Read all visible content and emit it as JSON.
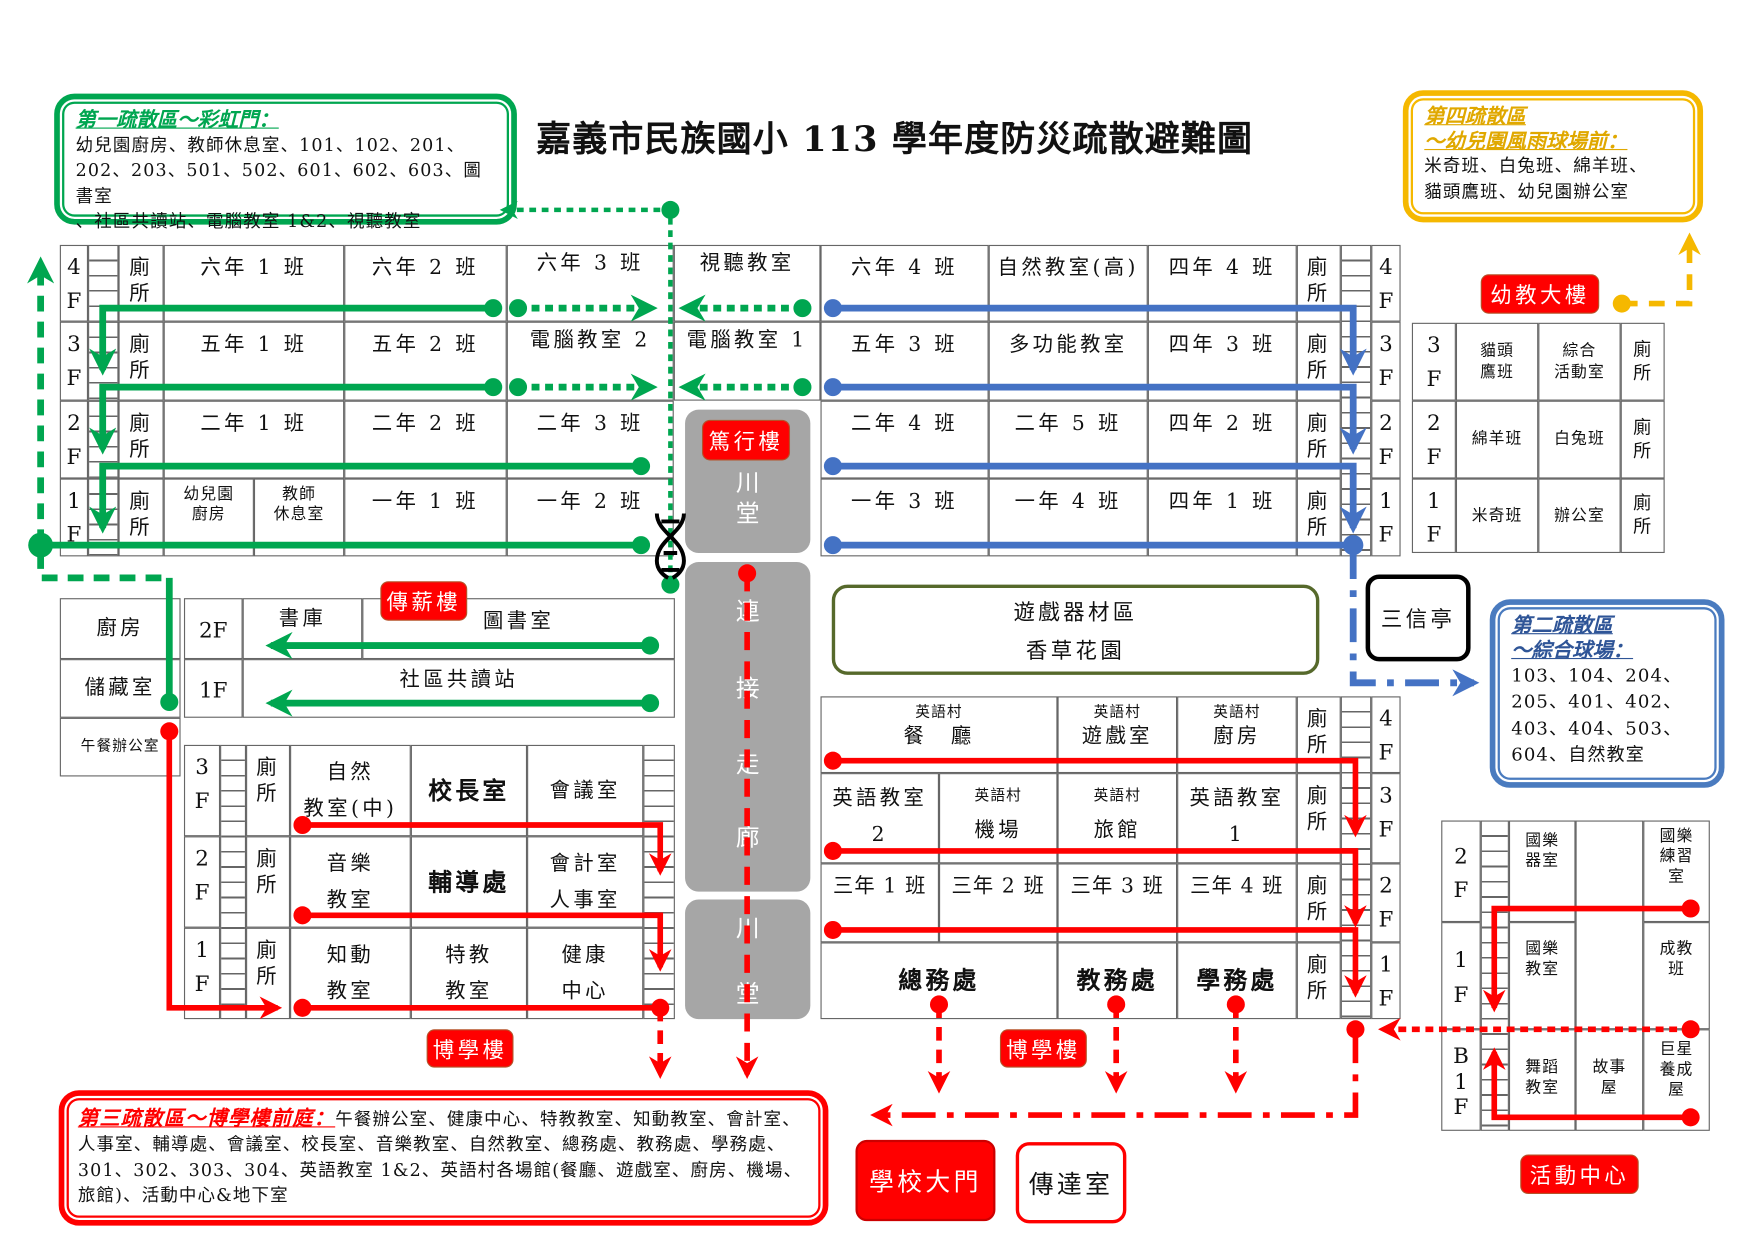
{
  "title": "嘉義市民族國小 113 學年度防災疏散避難圖",
  "zones": {
    "zone1": {
      "title": "第一疏散區～彩虹門：",
      "text": "幼兒園廚房、教師休息室、101、102、201、\n202、203、501、502、601、602、603、圖書室\n、社區共讀站、電腦教室 1&2、視聽教室",
      "color": "#00a650"
    },
    "zone2": {
      "title": "第二疏散區\n～綜合球場：",
      "text": "103、104、204、\n205、401、402、\n403、404、503、\n604、自然教室",
      "color": "#4a7bbf"
    },
    "zone3": {
      "title": "第三疏散區～博學樓前庭：",
      "text": "午餐辦公室、健康中心、特教教室、知動教室、會計室、人事室、輔導處、會議室、校長室、音樂教室、自然教室、總務處、教務處、學務處、301、302、303、304、英語教室 1&2、英語村各場館(餐廳、遊戲室、廚房、機場、旅館)、活動中心&地下室",
      "color": "#ff0000"
    },
    "zone4": {
      "title": "第四疏散區\n～幼兒園風雨球場前：",
      "text": "米奇班、白兔班、綿羊班、\n貓頭鷹班、幼兒園辦公室",
      "color": "#f5b800"
    }
  },
  "common": {
    "toilet": "廁\n所",
    "f4": "4\nF",
    "f3": "3\nF",
    "f2": "2\nF",
    "f1": "1\nF",
    "b1f": "B\n1\nF"
  },
  "north_left": {
    "rows": [
      [
        "六年 1 班",
        "六年 2 班",
        "六年 3 班",
        "視聽教室"
      ],
      [
        "五年 1 班",
        "五年 2 班",
        "電腦教室 2",
        "電腦教室 1"
      ],
      [
        "二年 1 班",
        "二年 2 班",
        "二年 3 班"
      ],
      [
        "幼兒園\n廚房",
        "教師\n休息室",
        "一年 1 班",
        "一年 2 班"
      ]
    ]
  },
  "north_right": {
    "rows": [
      [
        "六年 4 班",
        "自然教室(高)",
        "四年 4 班"
      ],
      [
        "五年 3 班",
        "多功能教室",
        "四年 3 班"
      ],
      [
        "二年 4 班",
        "二年 5 班",
        "四年 2 班"
      ],
      [
        "一年 3 班",
        "一年 4 班",
        "四年 1 班"
      ]
    ]
  },
  "duxing": {
    "label": "篤行樓",
    "hall": "川\n堂"
  },
  "corridor": {
    "chars": [
      "連",
      "接",
      "走",
      "廊"
    ]
  },
  "lower_hall": {
    "chars": [
      "川",
      "堂"
    ]
  },
  "kindergarten": {
    "label": "幼教大樓",
    "rows": [
      [
        "貓頭\n鷹班",
        "綜合\n活動室"
      ],
      [
        "綿羊班",
        "白兔班"
      ],
      [
        "米奇班",
        "辦公室"
      ]
    ]
  },
  "sanxin": "三信亭",
  "playground": {
    "line1": "遊戲器材區",
    "line2": "香草花園"
  },
  "chuanxin": {
    "label": "傳薪樓",
    "side": [
      "廚房",
      "儲藏室",
      "午餐辦公室"
    ],
    "f2": "2F",
    "f1": "1F",
    "stack": "書庫",
    "library": "圖書室",
    "reading": "社區共讀站"
  },
  "boxue_left": {
    "label": "博學樓",
    "rows": [
      [
        "自然\n教室(中)",
        "校長室",
        "會議室"
      ],
      [
        "音樂\n教室",
        "輔導處",
        "會計室\n人事室"
      ],
      [
        "知動\n教室",
        "特教\n教室",
        "健康\n中心"
      ]
    ]
  },
  "boxue_right": {
    "label": "博學樓",
    "f4": [
      {
        "small": "英語村",
        "big": "餐　廳"
      },
      {
        "small": "英語村",
        "big": "遊戲室"
      },
      {
        "small": "英語村",
        "big": "廚房"
      }
    ],
    "f3": [
      {
        "big": "英語教室",
        "big2": "2"
      },
      {
        "small": "英語村",
        "big": "機場"
      },
      {
        "small": "英語村",
        "big": "旅館"
      },
      {
        "big": "英語教室",
        "big2": "1"
      }
    ],
    "f2": [
      "三年 1 班",
      "三年 2 班",
      "三年 3 班",
      "三年 4 班"
    ],
    "f1": [
      "總務處",
      "教務處",
      "學務處"
    ]
  },
  "activity": {
    "label": "活動中心",
    "f2": [
      "國樂\n器室",
      "國樂\n練習\n室"
    ],
    "f1": [
      "國樂\n教室",
      "成教\n班"
    ],
    "b1": [
      "舞蹈\n教室",
      "故事\n屋",
      "巨星\n養成\n屋"
    ]
  },
  "gate": {
    "main": "學校大門",
    "guard": "傳達室"
  },
  "colors": {
    "green": "#00a650",
    "blue": "#4472c4",
    "red": "#ff0000",
    "yellow": "#f5b800",
    "olive": "#56692b"
  }
}
